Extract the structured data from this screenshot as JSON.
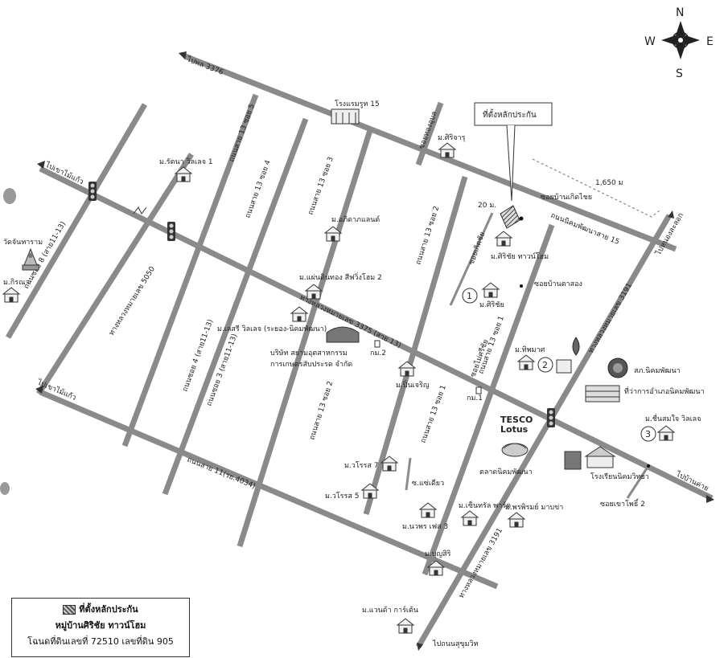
{
  "compass": {
    "n": "N",
    "s": "S",
    "e": "E",
    "w": "W"
  },
  "roads": {
    "to_phon": "ไปพล 3376",
    "to_khao_mai_kaew_top": "ไปเขาไม้แก้ว",
    "to_khao_mai_kaew_bottom": "ไปเขาไม้แก้ว",
    "highway_5050": "ทางหลวงหมายเลข 5050",
    "highway_3375": "ทางหลวงหมายเลข 3375 (สาย 13)",
    "highway_3191_top": "ทางหลวงหมายเลข 3191",
    "highway_3191_bottom": "ทางหลวงหมายเลข 3191",
    "soi8": "ถนนซอย 8 (สาย11-13)",
    "soi4": "ถนนซอย 4 (สาย11-13)",
    "soi3": "ถนนซอย 3 (สาย11-13)",
    "s13_soi5": "ถนนสาย 13 ซอย 5",
    "s13_soi4": "ถนนสาย 13 ซอย 4",
    "s13_soi3": "ถนนสาย 13 ซอย 3",
    "s13_soi2_top": "ถนนสาย 13 ซอย 2",
    "s13_soi2_bottom": "ถนนสาย 13 ซอย 2",
    "s13_soi1_top": "ถนนสาย 13 ซอย 1",
    "s13_soi1_bottom": "ถนนสาย 13 ซอย 1",
    "road11": "ถนนสาย 11(รย.4034)",
    "nikhom15": "ถนนนิคมพัฒนาสาย 15",
    "soi_thong_ubon": "ซอยทองอุบล",
    "soi_koet_chai": "ซอยเกิดชัย",
    "soi_mai_si_chai": "ซอยไม่ศรีชัย",
    "soi_ban_koet_chai": "ซอยบ้านเกิดไชย",
    "soi_ban_ta_song": "ซอยบ้านตาสอง",
    "soi_khao_pho": "ซอยเขาโพธิ์ 2",
    "soi_saen_diao": "ซ.แซ่เดียว",
    "to_nong_lalok": "ไปหนองละลอก",
    "to_ban_khai": "ไปบ้านค่าย",
    "to_sukhumvit": "ไปถนนสุขุมวิท",
    "dist_1650": "1,650 ม",
    "dist_20": "20 ม."
  },
  "places": {
    "hotel": "โรงแรมรูท 15",
    "collateral": "ที่ตั้งหลักประกัน",
    "sirichai_town": "ม.ศิริชัย ทาวน์โฮม",
    "sirijaru": "ม.ศิริจารุ",
    "ratana": "ม.รัตนา วิลเลจ 1",
    "wat": "วัดจันทาราม",
    "kirana": "ม.กิรณา",
    "apirada": "ม.อภิดาภแลนด์",
    "paendin": "ม.แผ่นดินทอง สีฟวิ่งโฮม 2",
    "lesri": "ม.เลสรี วิลเลจ (ระยอง-นิคมพัฒนา)",
    "company_1": "บริษัท สยามอุตสาหกรรม",
    "company_2": "การเกษตรสับประรด จำกัด",
    "km2": "กม.2",
    "km1": "กม.1",
    "pinchroen": "ม.ปิ่นเจริญ",
    "sirichai": "ม.ศิริชัย",
    "thipmat": "ม.ทิพมาศ",
    "police": "สภ.นิคมพัฒนา",
    "district_office": "ที่ว่าการอำเภอนิคมพัฒนา",
    "chuen": "ม.ชื่นสมใจ วิลเลจ",
    "tesco_1": "TESCO",
    "tesco_2": "Lotus",
    "market": "ตลาดนิคมพัฒนา",
    "school": "โรงเรียนนิคมวิทยา",
    "woros7": "ม.วโรรส 7",
    "woros5": "ม.วโรรส 5",
    "naworn": "ม.นวพร เฟส 3",
    "central_park": "ม.เซ็นทรัล พาร์ค",
    "pornsiri": "ม.พรพิรมย์ มาบข่า",
    "boonsiri": "ม.บุญสิริ",
    "wancha": "ม.แวนด้า การ์เด้น"
  },
  "markers": {
    "m1": "1",
    "m2": "2",
    "m3": "3"
  },
  "legend": {
    "line1": "ที่ตั้งหลักประกัน",
    "line2": "หมู่บ้านศิริชัย ทาวน์โฮม",
    "line3": "โฉนดที่ดินเลขที่ 72510 เลขที่ดิน 905"
  }
}
